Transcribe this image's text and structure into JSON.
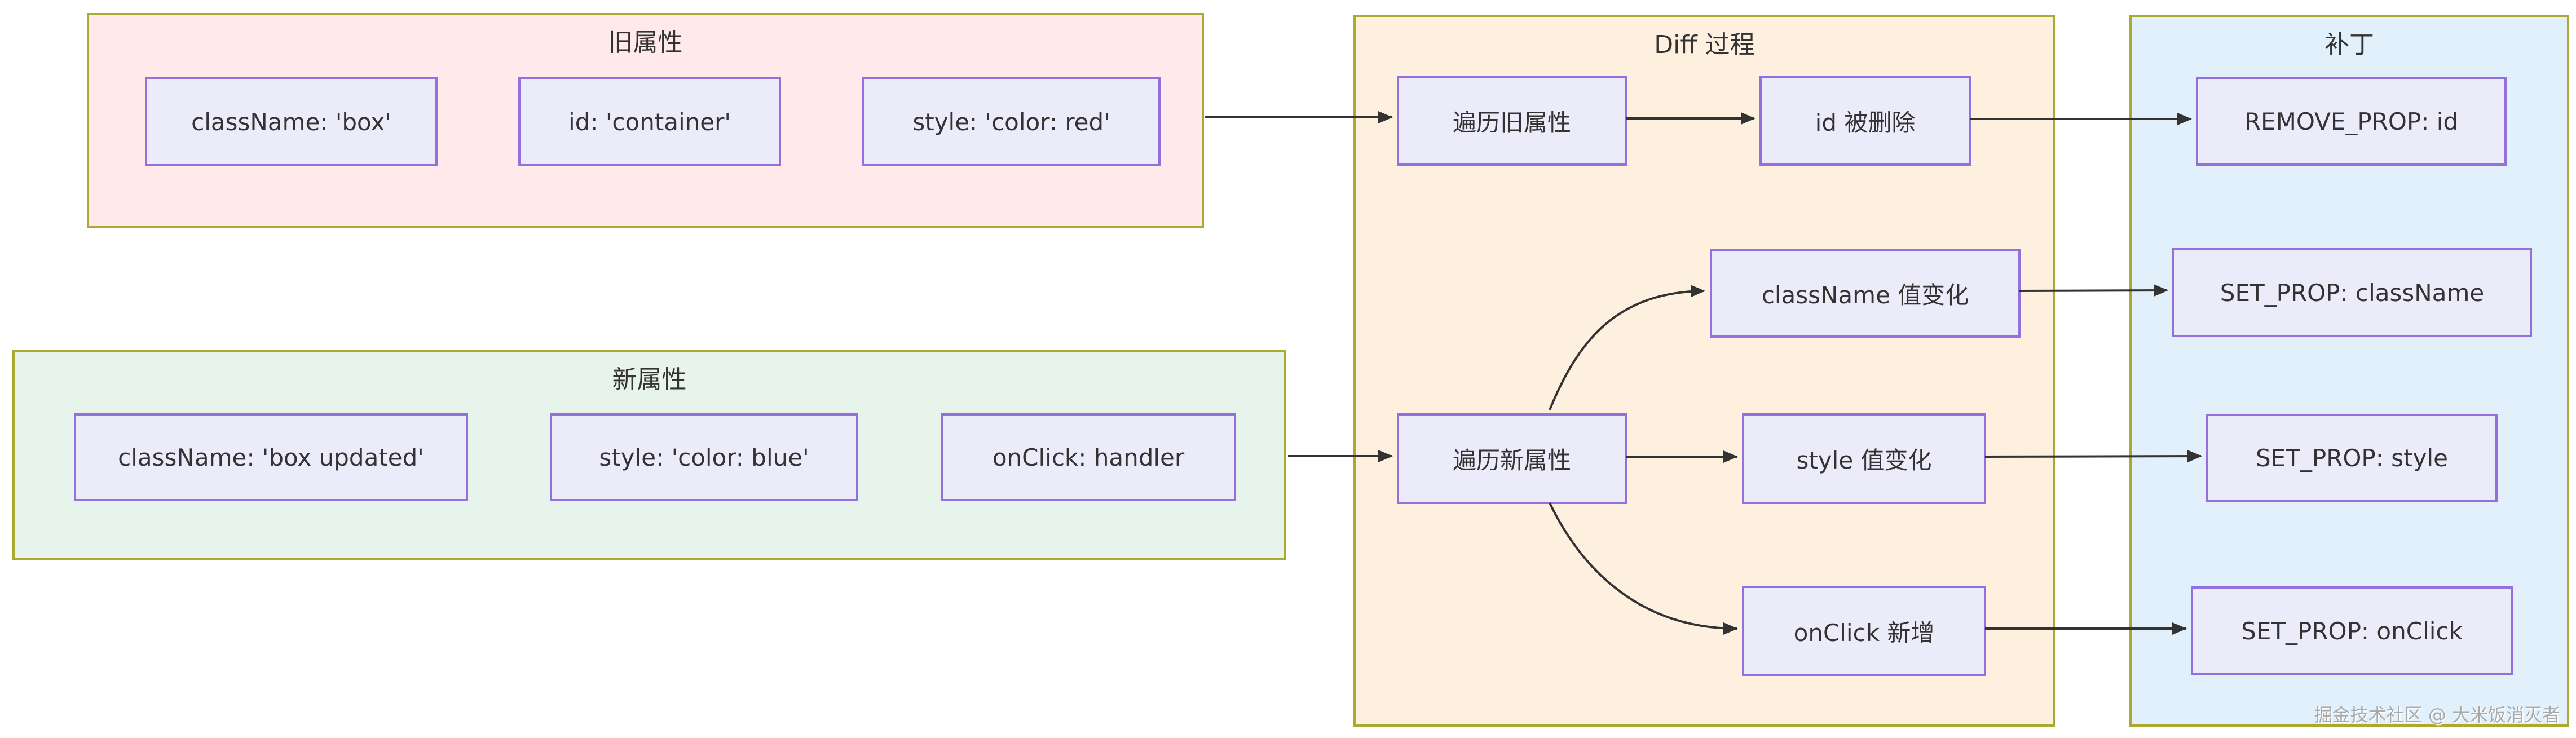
{
  "diagram": {
    "watermark": "掘金技术社区 @ 大米饭消灭者",
    "colors": {
      "old_props_fill": "#ffe9ea",
      "new_props_fill": "#e7f4ec",
      "diff_fill": "#fdf0df",
      "patches_fill": "#e2f0fb",
      "cluster_border": "#aaaa33",
      "node_fill": "#ecebf9",
      "node_border": "#9370db",
      "edge": "#333333",
      "text": "#333333"
    },
    "clusters": {
      "old_props": {
        "title": "旧属性",
        "nodes": {
          "a1": "className: 'box'",
          "a2": "id: 'container'",
          "a3": "style: 'color: red'"
        }
      },
      "new_props": {
        "title": "新属性",
        "nodes": {
          "b1": "className: 'box updated'",
          "b2": "style: 'color: blue'",
          "b3": "onClick: handler"
        }
      },
      "diff_process": {
        "title": "Diff 过程",
        "nodes": {
          "c1": "遍历旧属性",
          "c2": "id 被删除",
          "c3": "className 值变化",
          "c4": "遍历新属性",
          "c5": "style 值变化",
          "c6": "onClick 新增"
        }
      },
      "patches": {
        "title": "补丁",
        "nodes": {
          "d1": "REMOVE_PROP: id",
          "d2": "SET_PROP: className",
          "d3": "SET_PROP: style",
          "d4": "SET_PROP: onClick"
        }
      }
    },
    "edges": [
      {
        "from": "旧属性",
        "to": "遍历旧属性"
      },
      {
        "from": "遍历旧属性",
        "to": "id 被删除"
      },
      {
        "from": "id 被删除",
        "to": "REMOVE_PROP: id"
      },
      {
        "from": "新属性",
        "to": "遍历新属性"
      },
      {
        "from": "遍历新属性",
        "to": "className 值变化"
      },
      {
        "from": "遍历新属性",
        "to": "style 值变化"
      },
      {
        "from": "遍历新属性",
        "to": "onClick 新增"
      },
      {
        "from": "className 值变化",
        "to": "SET_PROP: className"
      },
      {
        "from": "style 值变化",
        "to": "SET_PROP: style"
      },
      {
        "from": "onClick 新增",
        "to": "SET_PROP: onClick"
      }
    ]
  }
}
